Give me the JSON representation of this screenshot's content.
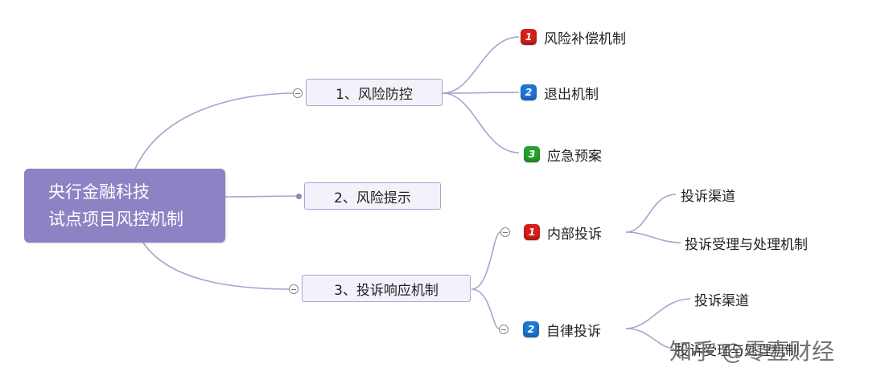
{
  "root": {
    "line1": "央行金融科技",
    "line2": "试点项目风控机制"
  },
  "branches": [
    {
      "label": "1、风险防控",
      "children": [
        {
          "badge": "1",
          "badge_color": "#d6201b",
          "label": "风险补偿机制"
        },
        {
          "badge": "2",
          "badge_color": "#1f77d6",
          "label": "退出机制"
        },
        {
          "badge": "3",
          "badge_color": "#27a22c",
          "label": "应急预案"
        }
      ]
    },
    {
      "label": "2、风险提示"
    },
    {
      "label": "3、投诉响应机制",
      "children": [
        {
          "badge": "1",
          "badge_color": "#d6201b",
          "label": "内部投诉",
          "children": [
            {
              "label": "投诉渠道"
            },
            {
              "label": "投诉受理与处理机制"
            }
          ]
        },
        {
          "badge": "2",
          "badge_color": "#1f77d6",
          "label": "自律投诉",
          "children": [
            {
              "label": "投诉渠道"
            },
            {
              "label": "投诉受理与处理机制"
            }
          ]
        }
      ]
    }
  ],
  "watermark": "知乎 @零壹财经",
  "colors": {
    "root_fill": "#8d82c4",
    "connector": "#a9a3cf",
    "topic_fill": "#f3f2fa"
  }
}
